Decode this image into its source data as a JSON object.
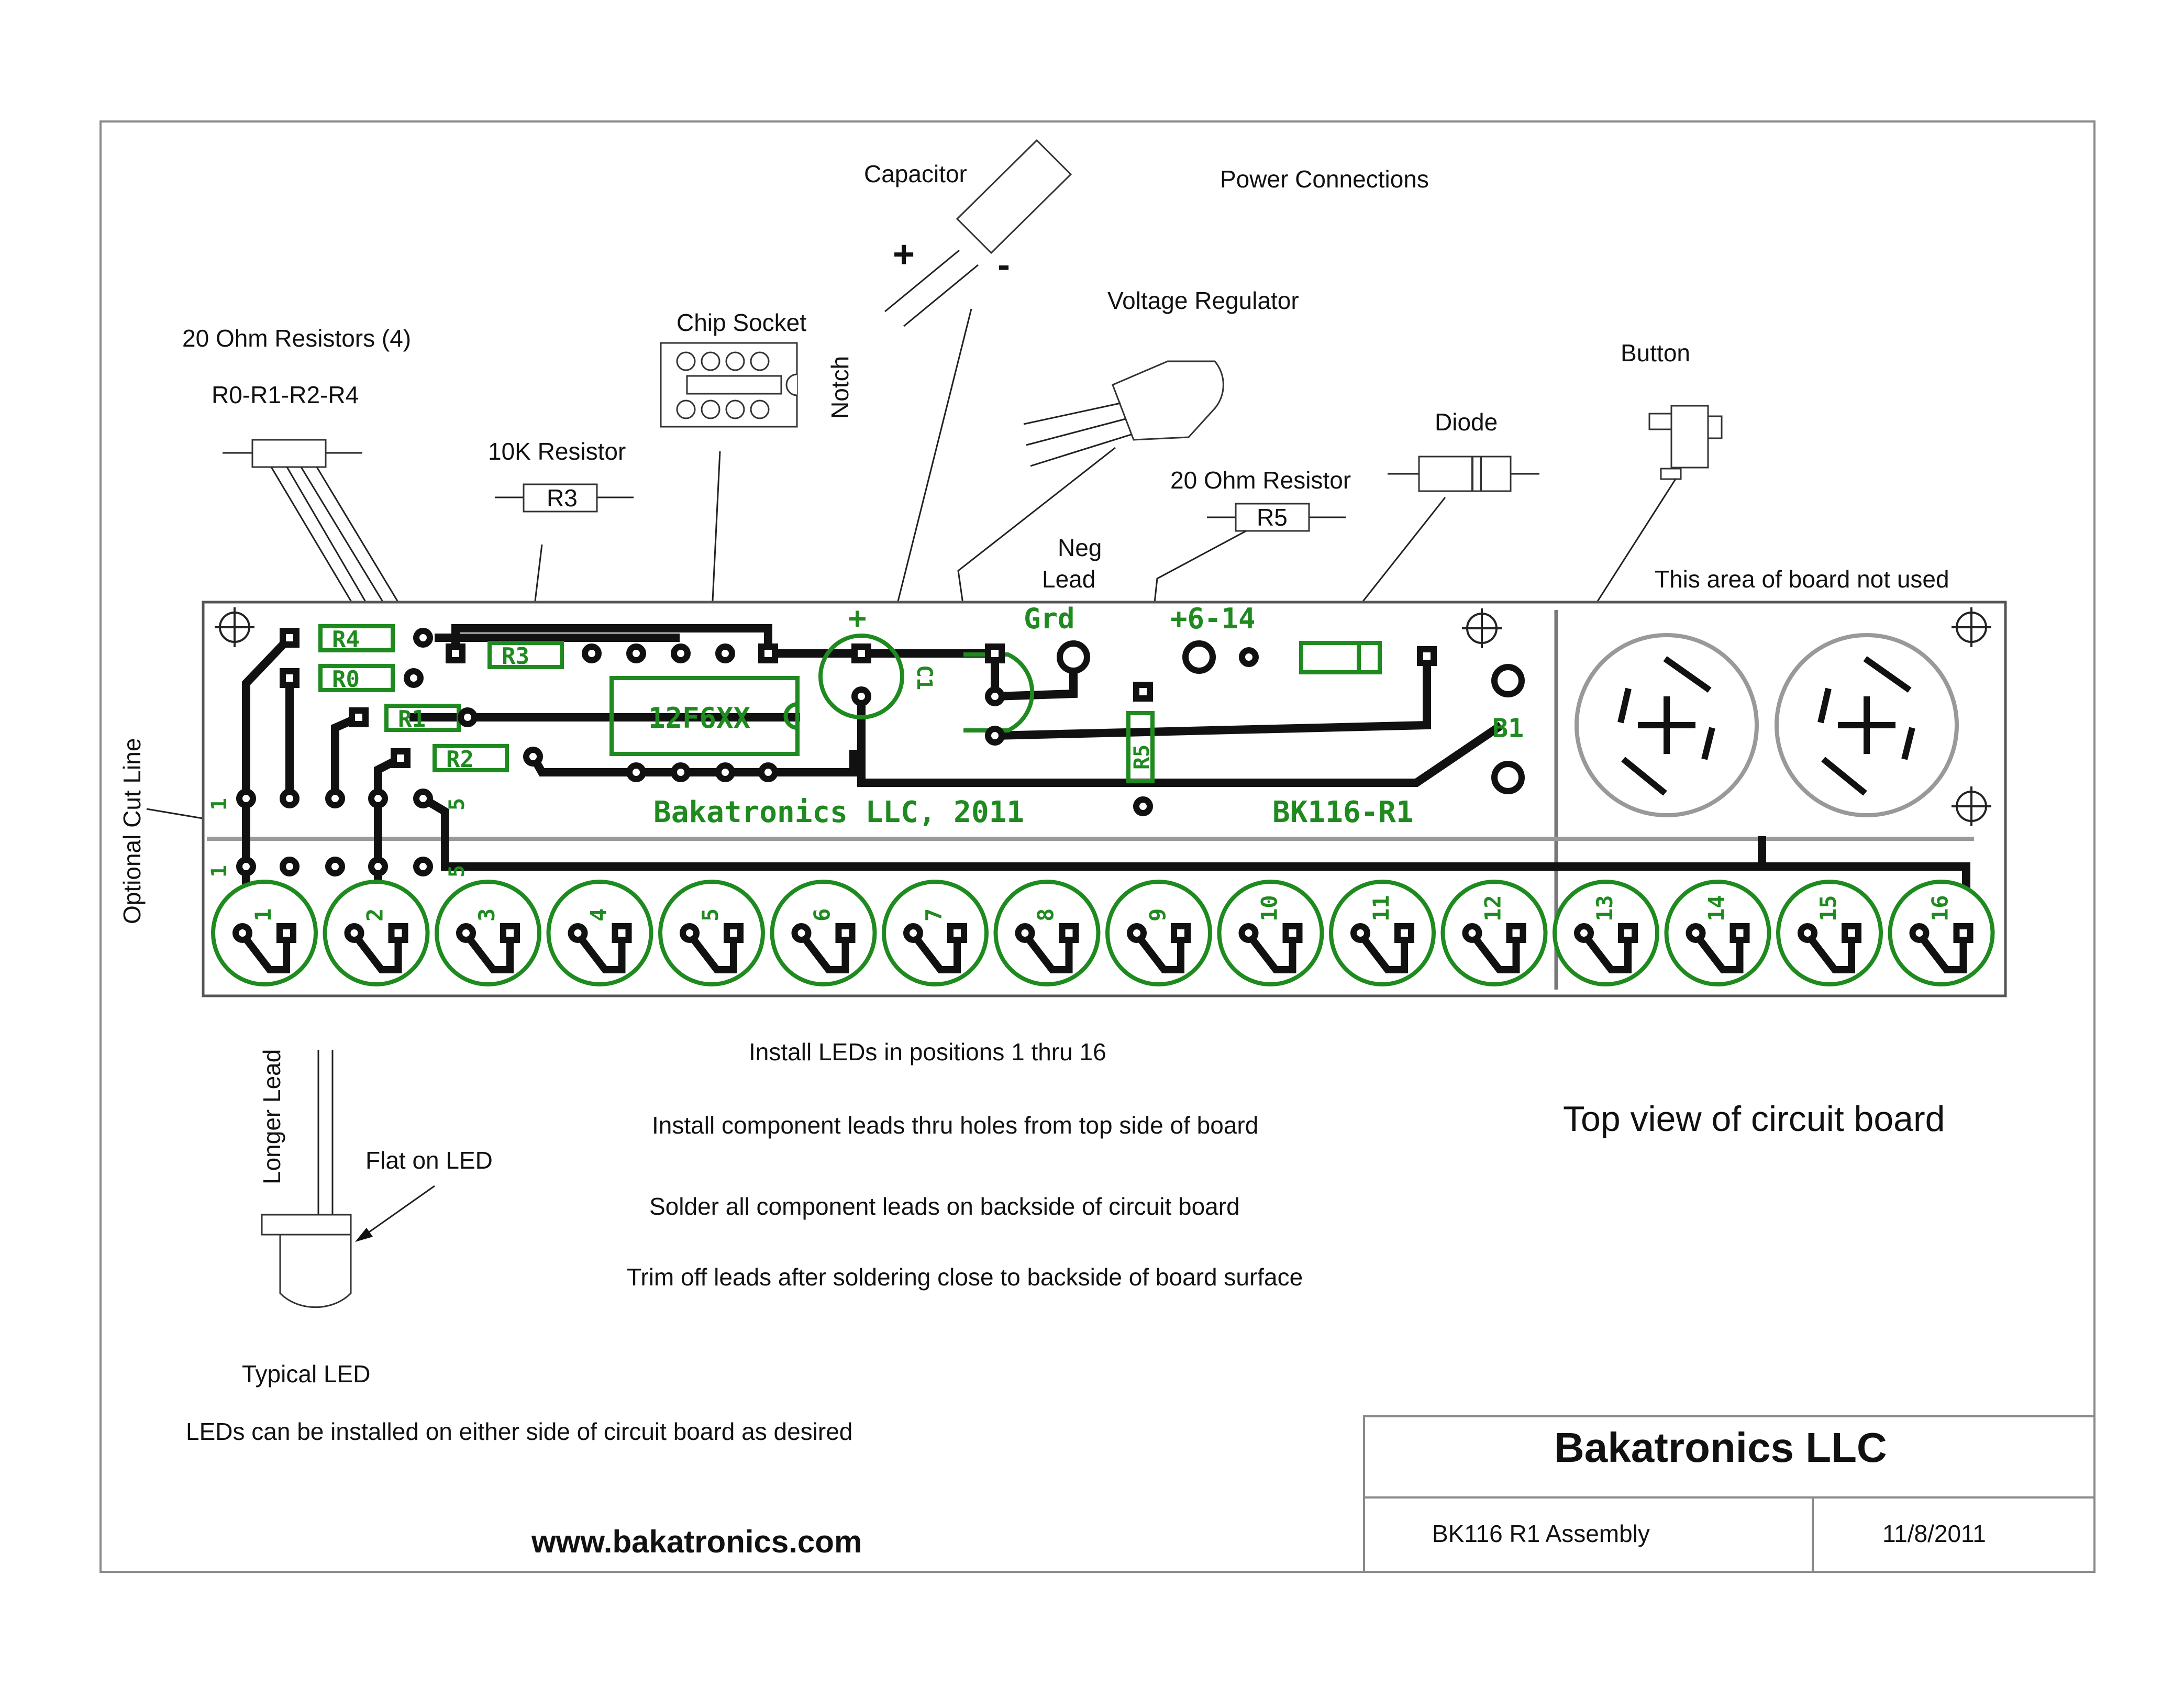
{
  "callouts": {
    "capacitor": "Capacitor",
    "plus": "+",
    "minus": "-",
    "power_connections": "Power Connections",
    "voltage_regulator": "Voltage Regulator",
    "resistors_20_ohm": "20 Ohm Resistors (4)",
    "resistor_list": "R0-R1-R2-R4",
    "chip_socket": "Chip Socket",
    "notch": "Notch",
    "resistor_10k": "10K Resistor",
    "r3": "R3",
    "resistor_20_ohm": "20 Ohm Resistor",
    "r5": "R5",
    "diode": "Diode",
    "button": "Button",
    "neg_lead": "Neg",
    "neg_lead_2": "Lead",
    "unused_area": "This area of board not used",
    "optional_cut_line": "Optional Cut Line",
    "longer_lead": "Longer Lead",
    "flat_on_led": "Flat on LED",
    "typical_led": "Typical LED"
  },
  "board": {
    "grd": "Grd",
    "plus_label": "+",
    "power_label": "+6-14",
    "chip": "12F6XX",
    "company_silk": "Bakatronics LLC, 2011",
    "board_id": "BK116-R1",
    "resistors": [
      "R4",
      "R0",
      "R1",
      "R2",
      "R3",
      "R5"
    ],
    "c1": "C1",
    "b1": "B1",
    "row_marks": [
      "1",
      "5"
    ],
    "led_numbers": [
      "1",
      "2",
      "3",
      "4",
      "5",
      "6",
      "7",
      "8",
      "9",
      "10",
      "11",
      "12",
      "13",
      "14",
      "15",
      "16"
    ]
  },
  "instructions": [
    "Install LEDs in positions 1 thru 16",
    "Install component leads thru holes from top side of board",
    "Solder all component leads on backside of circuit board",
    "Trim off leads after soldering close to backside of board surface"
  ],
  "view_title": "Top view of circuit board",
  "led_note": "LEDs can be installed on either side of circuit board as desired",
  "website": "www.bakatronics.com",
  "title_block": {
    "company": "Bakatronics LLC",
    "drawing": "BK116 R1 Assembly",
    "date": "11/8/2011"
  }
}
